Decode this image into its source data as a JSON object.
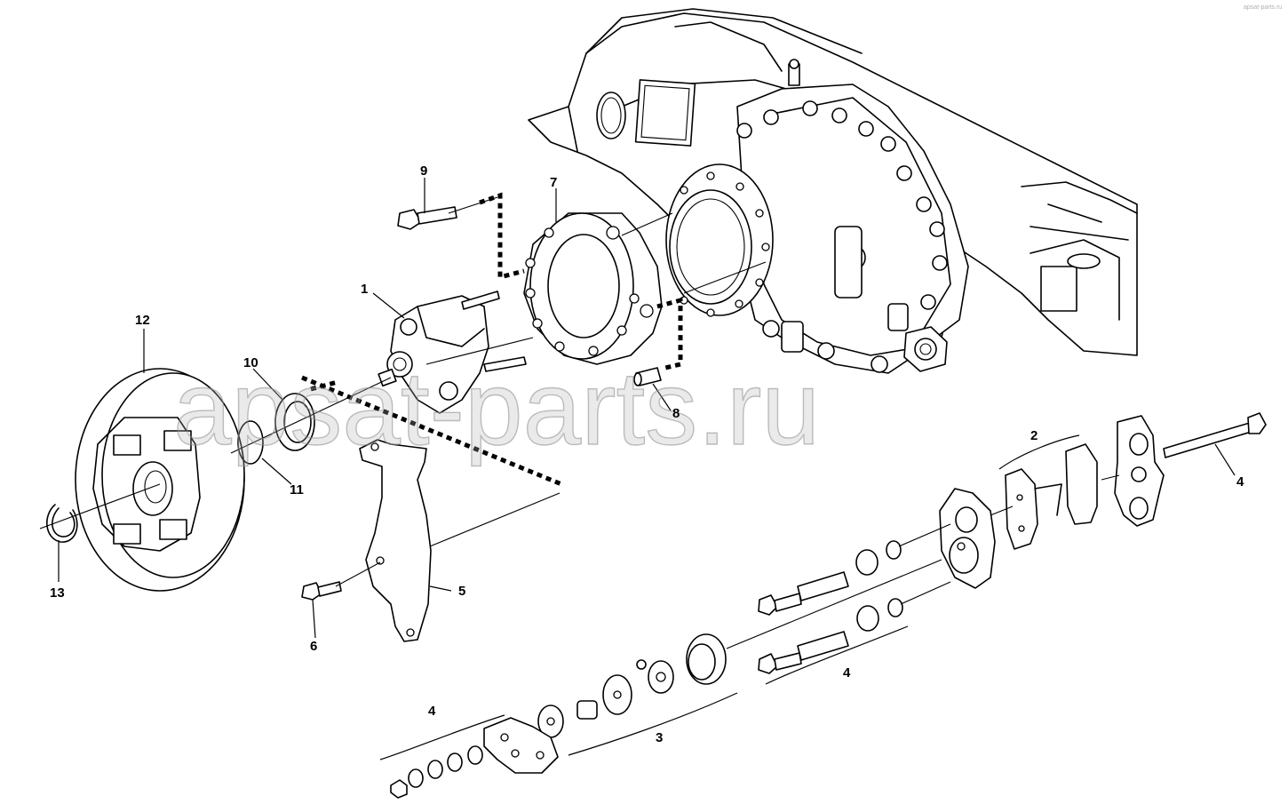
{
  "watermark": "apsat-parts.ru",
  "corner_mark": "apsat-parts.ru",
  "callouts": [
    {
      "id": "c1",
      "label": "1"
    },
    {
      "id": "c2",
      "label": "2"
    },
    {
      "id": "c3",
      "label": "3"
    },
    {
      "id": "c4a",
      "label": "4"
    },
    {
      "id": "c4b",
      "label": "4"
    },
    {
      "id": "c4c",
      "label": "4"
    },
    {
      "id": "c5",
      "label": "5"
    },
    {
      "id": "c6",
      "label": "6"
    },
    {
      "id": "c7",
      "label": "7"
    },
    {
      "id": "c8",
      "label": "8"
    },
    {
      "id": "c9",
      "label": "9"
    },
    {
      "id": "c10",
      "label": "10"
    },
    {
      "id": "c11",
      "label": "11"
    },
    {
      "id": "c12",
      "label": "12"
    },
    {
      "id": "c13",
      "label": "13"
    }
  ]
}
